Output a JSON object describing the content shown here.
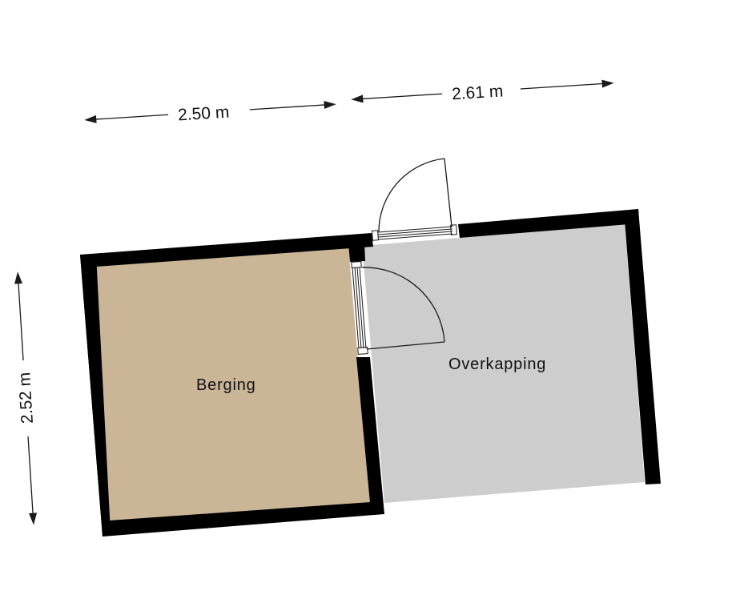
{
  "floorplan": {
    "rooms": [
      {
        "name": "Berging",
        "fill": "#cbb597"
      },
      {
        "name": "Overkapping",
        "fill": "#cdcdcd"
      }
    ],
    "dimensions": {
      "top_left": "2.50 m",
      "top_right": "2.61 m",
      "left_vertical": "2.52 m"
    },
    "colors": {
      "wall": "#000000",
      "berging_floor": "#cbb597",
      "overkapping_floor": "#cdcdcd",
      "background": "#ffffff",
      "line": "#1a1a1a"
    },
    "doors": [
      {
        "id": "exterior-door",
        "location": "top wall of Overkapping"
      },
      {
        "id": "interior-door",
        "location": "wall between Berging and Overkapping"
      }
    ]
  }
}
